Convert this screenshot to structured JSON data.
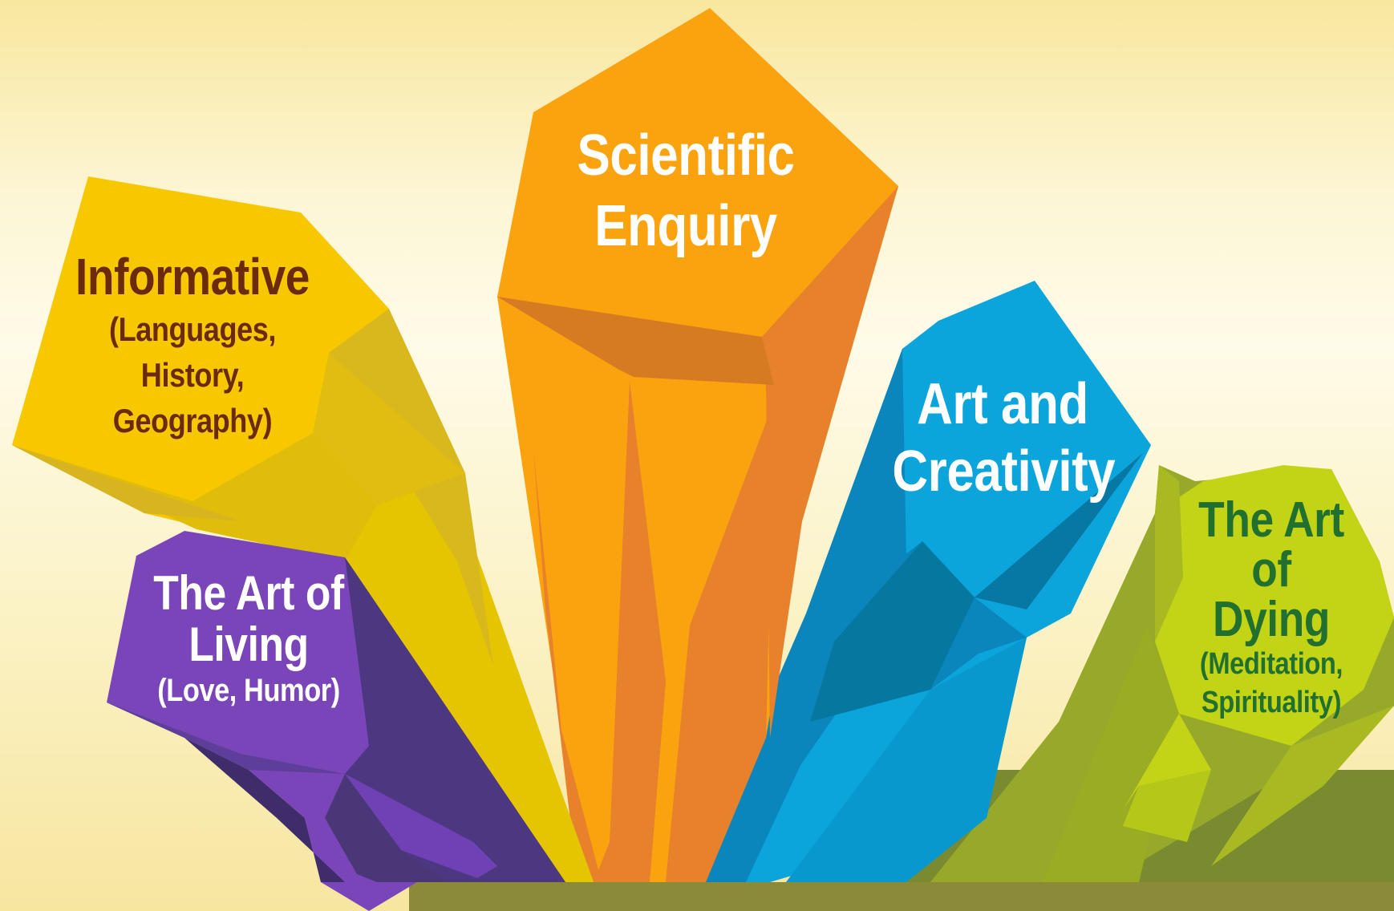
{
  "colors": {
    "background_top": "#f8e79e",
    "background_mid": "#fefbe8",
    "ground": "#8a8a38",
    "yellow": "#f7c800",
    "orange": "#fba30f",
    "purple": "#7a45b8",
    "blue": "#0ba4db",
    "green": "#c2d415"
  },
  "crystals": [
    {
      "id": "scientific",
      "title_lines": [
        "Scientific",
        "Enquiry"
      ],
      "subtitle_lines": [],
      "text_color": "#ffffff"
    },
    {
      "id": "informative",
      "title_lines": [
        "Informative"
      ],
      "subtitle_lines": [
        "(Languages,",
        "History,",
        "Geography)"
      ],
      "text_color": "#6b2a0c"
    },
    {
      "id": "living",
      "title_lines": [
        "The Art of",
        "Living"
      ],
      "subtitle_lines": [
        "(Love, Humor)"
      ],
      "text_color": "#ffffff"
    },
    {
      "id": "creativity",
      "title_lines": [
        "Art and",
        "Creativity"
      ],
      "subtitle_lines": [],
      "text_color": "#ffffff"
    },
    {
      "id": "dying",
      "title_lines": [
        "The Art",
        "of",
        "Dying"
      ],
      "subtitle_lines": [
        "(Meditation,",
        "Spirituality)"
      ],
      "text_color": "#217030"
    }
  ]
}
